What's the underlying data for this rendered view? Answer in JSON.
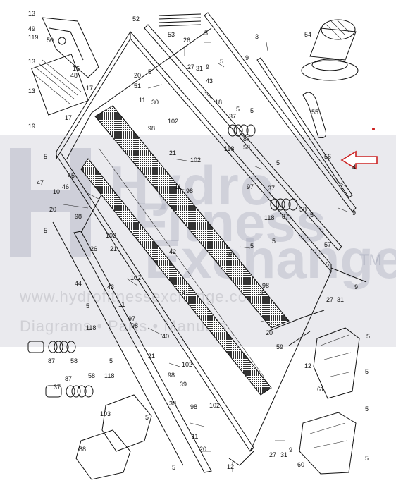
{
  "watermark": {
    "line1": "Hydro",
    "line2": "Fitness",
    "line3": "Exchange",
    "tm": "TM",
    "url": "www.hydrofitnessexchange.com",
    "sub": "Diagrams • Parts • Manuals"
  },
  "callouts": [
    {
      "id": "c13a",
      "text": "13"
    },
    {
      "id": "c49",
      "text": "49"
    },
    {
      "id": "c119",
      "text": "119"
    },
    {
      "id": "c50",
      "text": "50"
    },
    {
      "id": "c13b",
      "text": "13"
    },
    {
      "id": "c48",
      "text": "48"
    },
    {
      "id": "c16",
      "text": "16"
    },
    {
      "id": "c17a",
      "text": "17"
    },
    {
      "id": "c13c",
      "text": "13"
    },
    {
      "id": "c17b",
      "text": "17"
    },
    {
      "id": "c19",
      "text": "19"
    },
    {
      "id": "c5a",
      "text": "5"
    },
    {
      "id": "c52",
      "text": "52"
    },
    {
      "id": "c53",
      "text": "53"
    },
    {
      "id": "c26a",
      "text": "26"
    },
    {
      "id": "c5b",
      "text": "5"
    },
    {
      "id": "c3",
      "text": "3"
    },
    {
      "id": "c54",
      "text": "54"
    },
    {
      "id": "c27a",
      "text": "27"
    },
    {
      "id": "c31a",
      "text": "31"
    },
    {
      "id": "c9a",
      "text": "9"
    },
    {
      "id": "c9b",
      "text": "9"
    },
    {
      "id": "c5c",
      "text": "5"
    },
    {
      "id": "c20a",
      "text": "20"
    },
    {
      "id": "c51",
      "text": "51"
    },
    {
      "id": "c5d",
      "text": "5"
    },
    {
      "id": "c43a",
      "text": "43"
    },
    {
      "id": "c18a",
      "text": "18"
    },
    {
      "id": "c11a",
      "text": "11"
    },
    {
      "id": "c30",
      "text": "30"
    },
    {
      "id": "c55",
      "text": "55"
    },
    {
      "id": "c5e",
      "text": "5"
    },
    {
      "id": "c98a",
      "text": "98"
    },
    {
      "id": "c102a",
      "text": "102"
    },
    {
      "id": "c37a",
      "text": "37"
    },
    {
      "id": "c58a",
      "text": "58"
    },
    {
      "id": "c87a",
      "text": "87"
    },
    {
      "id": "c118a",
      "text": "118"
    },
    {
      "id": "c56",
      "text": "56"
    },
    {
      "id": "c5f",
      "text": "5"
    },
    {
      "id": "c21a",
      "text": "21"
    },
    {
      "id": "c102b",
      "text": "102"
    },
    {
      "id": "c5g",
      "text": "5"
    },
    {
      "id": "c4",
      "text": "4"
    },
    {
      "id": "c9c",
      "text": "9"
    },
    {
      "id": "c47",
      "text": "47"
    },
    {
      "id": "c45",
      "text": "45"
    },
    {
      "id": "c10",
      "text": "10"
    },
    {
      "id": "c46",
      "text": "46"
    },
    {
      "id": "c20b",
      "text": "20"
    },
    {
      "id": "c11b",
      "text": "11"
    },
    {
      "id": "c98b",
      "text": "98"
    },
    {
      "id": "c97a",
      "text": "97"
    },
    {
      "id": "c37b",
      "text": "37"
    },
    {
      "id": "c58b",
      "text": "58"
    },
    {
      "id": "c87b",
      "text": "87"
    },
    {
      "id": "c118b",
      "text": "118"
    },
    {
      "id": "c5h",
      "text": "5"
    },
    {
      "id": "c98c",
      "text": "98"
    },
    {
      "id": "c5i",
      "text": "5"
    },
    {
      "id": "c102c",
      "text": "102"
    },
    {
      "id": "c26b",
      "text": "26"
    },
    {
      "id": "c5j",
      "text": "5"
    },
    {
      "id": "c42",
      "text": "42"
    },
    {
      "id": "c98d",
      "text": "98"
    },
    {
      "id": "c5k",
      "text": "5"
    },
    {
      "id": "c57",
      "text": "57"
    },
    {
      "id": "c5l",
      "text": "5"
    },
    {
      "id": "c21b",
      "text": "21"
    },
    {
      "id": "c102d",
      "text": "102"
    },
    {
      "id": "c43b",
      "text": "43"
    },
    {
      "id": "c11c",
      "text": "11"
    },
    {
      "id": "c44",
      "text": "44"
    },
    {
      "id": "c41",
      "text": "41"
    },
    {
      "id": "c98e",
      "text": "98"
    },
    {
      "id": "c11d",
      "text": "11"
    },
    {
      "id": "c5m",
      "text": "5"
    },
    {
      "id": "c27b",
      "text": "27"
    },
    {
      "id": "c31b",
      "text": "31"
    },
    {
      "id": "c9d",
      "text": "9"
    },
    {
      "id": "c97b",
      "text": "97"
    },
    {
      "id": "c98f",
      "text": "98"
    },
    {
      "id": "c20c",
      "text": "20"
    },
    {
      "id": "c40",
      "text": "40"
    },
    {
      "id": "c118c",
      "text": "118"
    },
    {
      "id": "c87c",
      "text": "87"
    },
    {
      "id": "c58c",
      "text": "58"
    },
    {
      "id": "c59",
      "text": "59"
    },
    {
      "id": "c5n",
      "text": "5"
    },
    {
      "id": "c21c",
      "text": "21"
    },
    {
      "id": "c102e",
      "text": "102"
    },
    {
      "id": "c5o",
      "text": "5"
    },
    {
      "id": "c12a",
      "text": "12"
    },
    {
      "id": "c37c",
      "text": "37"
    },
    {
      "id": "c87d",
      "text": "87"
    },
    {
      "id": "c58d",
      "text": "58"
    },
    {
      "id": "c118d",
      "text": "118"
    },
    {
      "id": "c98g",
      "text": "98"
    },
    {
      "id": "c39",
      "text": "39"
    },
    {
      "id": "c38",
      "text": "38"
    },
    {
      "id": "c61",
      "text": "61"
    },
    {
      "id": "c5p",
      "text": "5"
    },
    {
      "id": "c5q",
      "text": "5"
    },
    {
      "id": "c103",
      "text": "103"
    },
    {
      "id": "c98h",
      "text": "98"
    },
    {
      "id": "c102f",
      "text": "102"
    },
    {
      "id": "c5r",
      "text": "5"
    },
    {
      "id": "c11e",
      "text": "11"
    },
    {
      "id": "c20d",
      "text": "20"
    },
    {
      "id": "c88",
      "text": "88"
    },
    {
      "id": "c27c",
      "text": "27"
    },
    {
      "id": "c31c",
      "text": "31"
    },
    {
      "id": "c9e",
      "text": "9"
    },
    {
      "id": "c60",
      "text": "60"
    },
    {
      "id": "c5s",
      "text": "5"
    },
    {
      "id": "c5t",
      "text": "5"
    },
    {
      "id": "c12b",
      "text": "12"
    }
  ]
}
